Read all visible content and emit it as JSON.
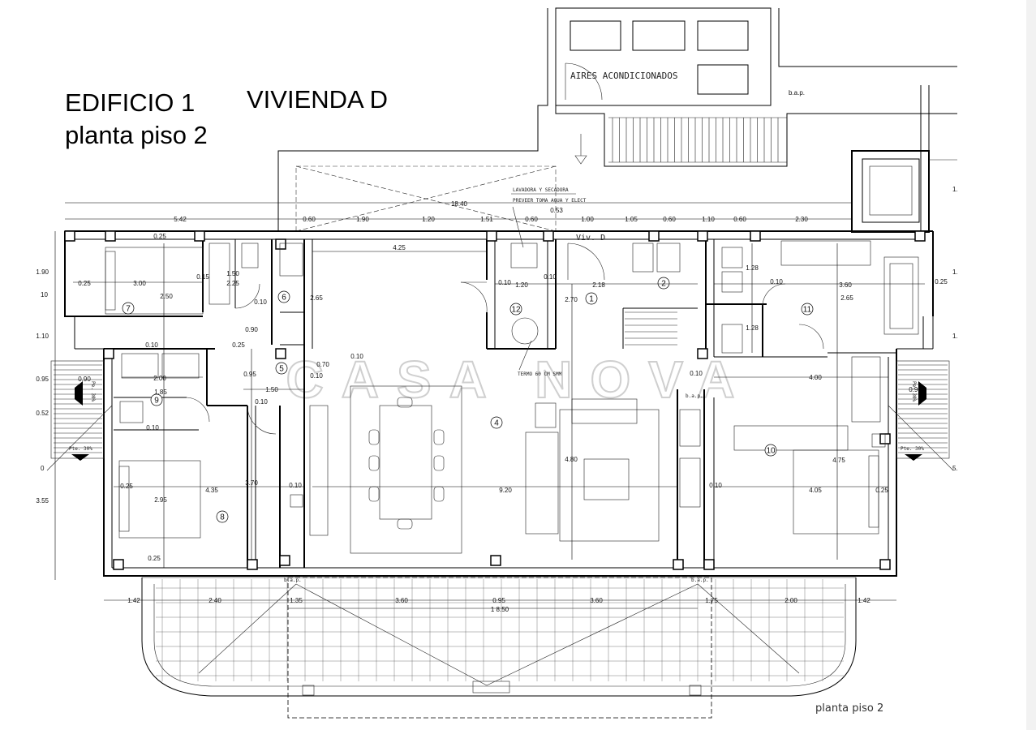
{
  "title": {
    "building": "EDIFICIO 1",
    "floor": "planta piso 2",
    "unit": "VIVIENDA D"
  },
  "footer_label": "planta piso 2",
  "watermark": "CASA NOVA",
  "notes": {
    "aires": "AIRES ACONDICIONADOS",
    "lavadora": "LAVADORA Y SECADORA",
    "preveer": "PREVEER TOMA AGUA Y ELECT",
    "termo": "TERMO 60 CM SMM",
    "viv": "Viv. D",
    "bap_top": "b.a.p.",
    "bap_left": "b.a.p.",
    "bap_right": "b.a.p.",
    "bap_small": "b.a.p.",
    "pte_left": "Pte. 30%",
    "pte_right": "Pte. 30%",
    "pte_v_left": "Pe. 30%",
    "pte_v_right": "Pe. 30%"
  },
  "rooms": [
    "1",
    "2",
    "4",
    "5",
    "6",
    "7",
    "8",
    "9",
    "10",
    "11",
    "12"
  ],
  "dimensions": {
    "top_total": "18.40",
    "top_053": "0.53",
    "top_row": [
      "5.42",
      "0.60",
      "1.90",
      "1.20",
      "1.51",
      "0.60",
      "1.00",
      "1.05",
      "0.60",
      "1.10",
      "0.60",
      "2.30"
    ],
    "bottom_row": [
      "1.42",
      "2.40",
      "1.35",
      "3.60",
      "0.95",
      "3.60",
      "1.75",
      "2.00",
      "1.42"
    ],
    "bottom_total": "1 8.50",
    "left_col": [
      "1.90",
      "1.10",
      "0.95",
      "0.52",
      "3.55"
    ],
    "left_10": "10",
    "left_0": "0",
    "right_col": [
      "1.",
      "1.",
      "1."
    ],
    "right_5": "5.",
    "interior": {
      "r7_width": "3.00",
      "r7_025a": "0.25",
      "r7_025b": "0.25",
      "r7_015": "0.15",
      "r7_height": "2.50",
      "bath_150": "1.50",
      "bath_225": "2.25",
      "bath_010": "0.10",
      "hall_090": "0.90",
      "hall_025": "0.25",
      "r6_265": "2.65",
      "living_425": "4.25",
      "r12_010a": "0.10",
      "r12_120": "1.20",
      "r12_010b": "0.10",
      "r1_218": "2.18",
      "r1_270": "2.70",
      "r9_010": "0.10",
      "r9_200": "2.00",
      "r9_185": "1.85",
      "r9_010b": "0.10",
      "r9_030": "0.90",
      "hall_095": "0.95",
      "hall_150": "1.50",
      "hall_010": "0.10",
      "hall_070": "0.70",
      "hall_010b": "0.10",
      "hall_010c": "0.10",
      "r8_025": "0.25",
      "r8_435": "4.35",
      "r8_295": "2.95",
      "r8_370": "3.70",
      "r8_010": "0.10",
      "r8_025b": "0.25",
      "liv_920": "9.20",
      "liv_480": "4.80",
      "r11_128a": "1.28",
      "r11_128b": "1.28",
      "r11_010": "0.10",
      "r11_360": "3.60",
      "r11_025": "0.25",
      "r11_265": "2.65",
      "r10_010": "0.10",
      "r10_400": "4.00",
      "r10_475": "4.75",
      "r10_010b": "0.10",
      "r10_405": "4.05",
      "r10_025": "0.25",
      "r10_009": "0.90"
    }
  }
}
